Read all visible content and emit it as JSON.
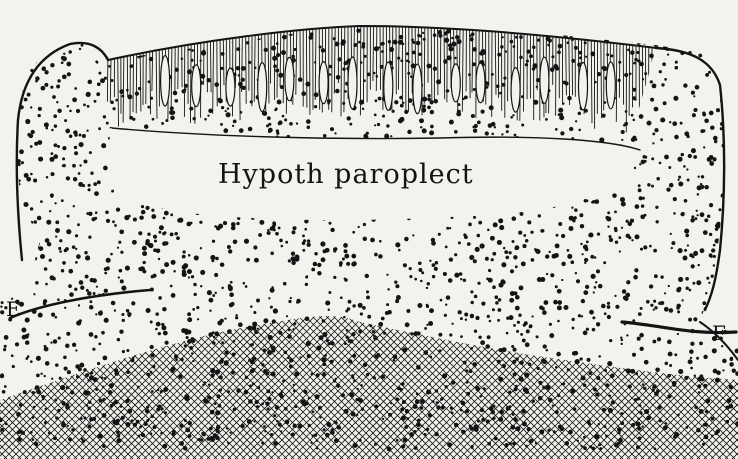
{
  "figure": {
    "central_label": "Hypoth paroplect",
    "left_marker": "E",
    "right_marker": "F",
    "ink_color": "#141414",
    "paper_color": "#f4f2ee"
  }
}
